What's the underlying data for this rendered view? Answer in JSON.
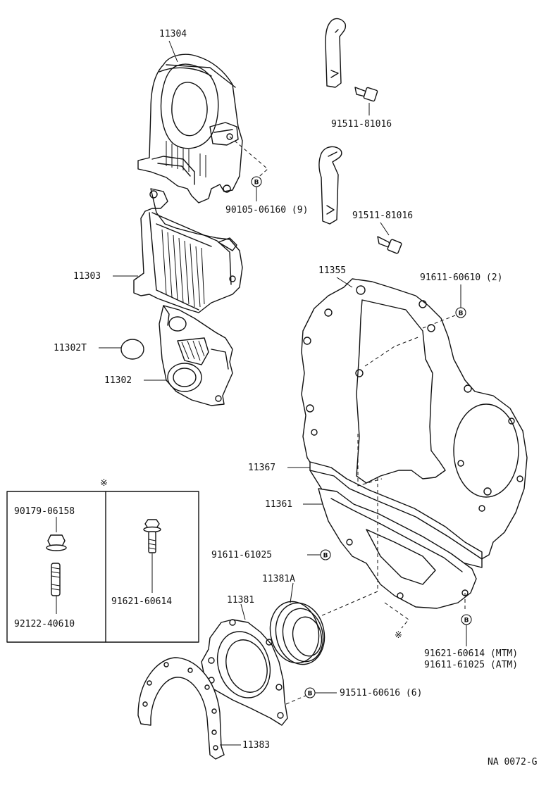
{
  "parts": {
    "p11304": "11304",
    "p11303": "11303",
    "p11302T": "11302T",
    "p11302": "11302",
    "p11355": "11355",
    "p11367": "11367",
    "p11361": "11361",
    "p11381A": "11381A",
    "p11381": "11381",
    "p11383": "11383"
  },
  "fasteners": {
    "bolt_top": "91511-81016",
    "bolt_mid": "91511-81016",
    "bolt_cover": "90105-06160 (9)",
    "bolt_plate": "91611-60610 (2)",
    "bolt_gasket": "91611-61025",
    "bolt_retainer": "91511-60616 (6)",
    "bolt_mtm": "91621-60614 (MTM)",
    "bolt_atm": "91611-61025 (ATM)"
  },
  "inset": {
    "star": "※",
    "nut": "90179-06158",
    "stud": "92122-40610",
    "bolt": "91621-60614"
  },
  "ref_star": "※",
  "callout_letter": "B",
  "drawing_code": "NA 0072-G"
}
